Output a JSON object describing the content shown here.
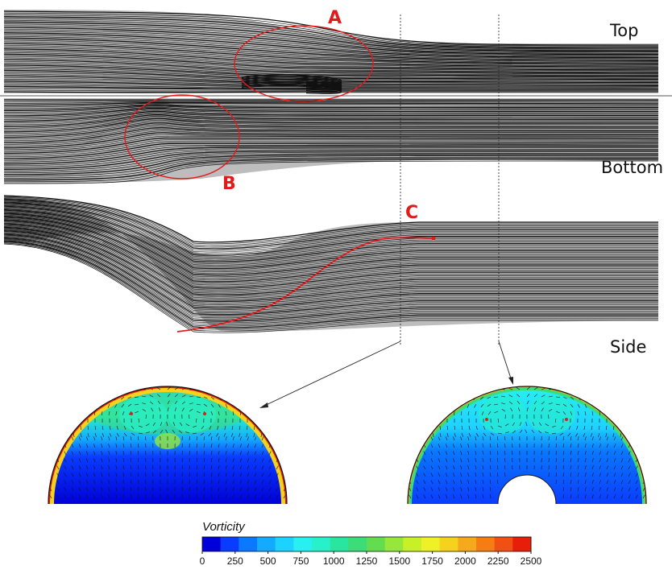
{
  "view_labels": {
    "top": "Top",
    "bottom": "Bottom",
    "side": "Side"
  },
  "region_labels": {
    "a": "A",
    "b": "B",
    "c": "C"
  },
  "colorbar": {
    "title": "Vorticity",
    "ticks": [
      "0",
      "250",
      "500",
      "750",
      "1000",
      "1250",
      "1500",
      "1750",
      "2000",
      "2250",
      "2500"
    ],
    "range": [
      0,
      2500
    ],
    "bands": 18,
    "colors": [
      "#0000d8",
      "#0a3cff",
      "#0a78ff",
      "#14aaff",
      "#1ed2ff",
      "#28f0f0",
      "#28f0c8",
      "#28e6a0",
      "#3cdc78",
      "#64dc50",
      "#96e63c",
      "#c8f028",
      "#f0f028",
      "#f5d21e",
      "#f5aa1e",
      "#f57d14",
      "#f05014",
      "#e61e0a"
    ]
  },
  "colors": {
    "annotation": "#e31a1c",
    "streamline": "#111111",
    "fill": "#bdbdbd"
  }
}
